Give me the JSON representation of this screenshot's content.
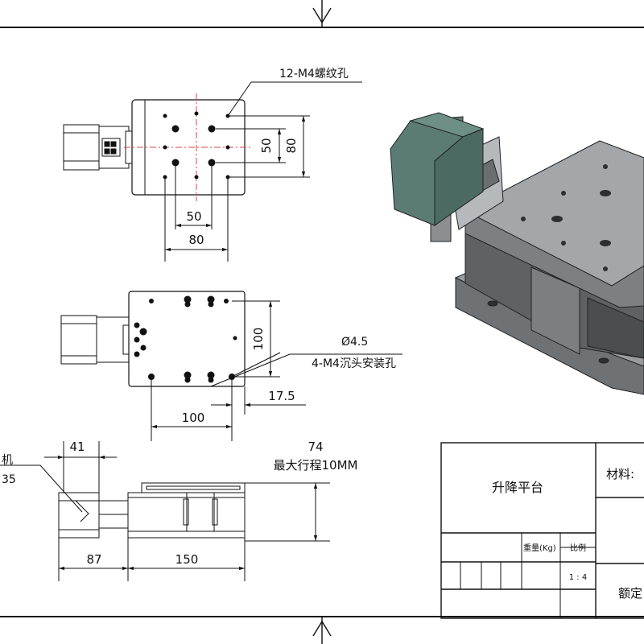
{
  "annotations": {
    "threaded_holes": "12-M4螺纹孔",
    "hole_diameter": "Ø4.5",
    "mount_holes": "4-M4沉头安装孔",
    "motor_label_1": "机",
    "motor_label_2": "35",
    "max_stroke": "最大行程10MM"
  },
  "dimensions": {
    "top_h_inner": "50",
    "top_h_outer": "80",
    "top_v_inner": "50",
    "top_v_outer": "80",
    "mid_v": "100",
    "mid_offset": "17.5",
    "mid_h": "100",
    "side_motor_top": "41",
    "side_height": "74",
    "side_motor_len": "87",
    "side_stage_len": "150"
  },
  "title_block": {
    "part_name": "升降平台",
    "material_label": "材料:",
    "weight_label": "重量(Kg)",
    "scale_label": "比例",
    "scale_value": "1 : 4",
    "rated_label": "额定"
  },
  "colors": {
    "line": "#111111",
    "center_line": "#e24040",
    "model_face": "#8a8d90",
    "model_dark": "#55595c",
    "motor_green": "#4e6e66"
  }
}
